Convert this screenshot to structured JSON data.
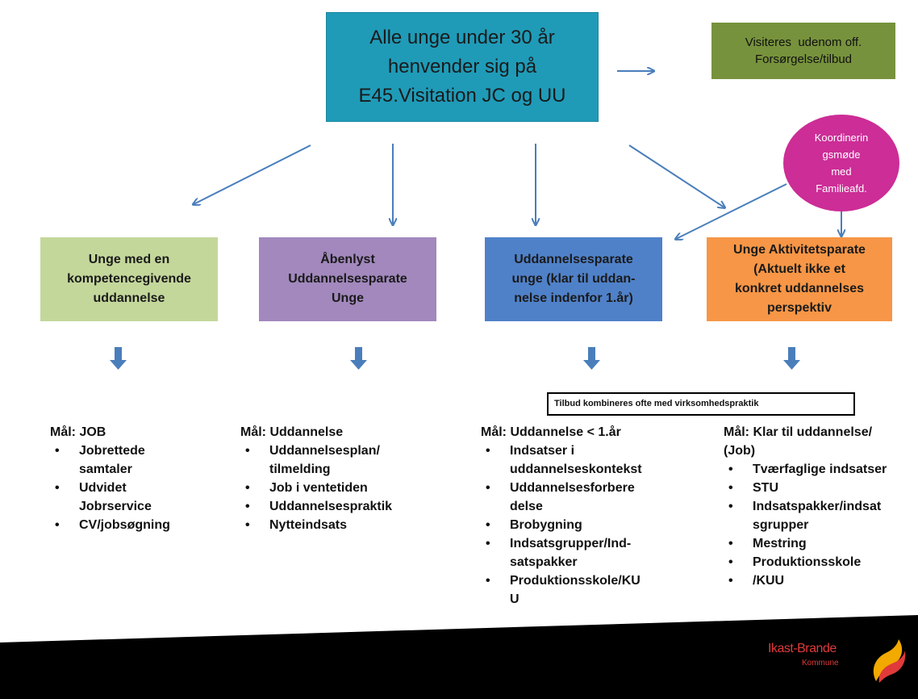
{
  "top_box": {
    "lines": [
      "Alle unge under 30 år",
      "henvender sig på",
      "E45.Visitation JC og UU"
    ]
  },
  "visit_box": {
    "lines": [
      "Visiteres  udenom off.",
      "Forsørgelse/tilbud"
    ]
  },
  "ellipse": {
    "lines": [
      "Koordinerin",
      "gsmøde",
      "med",
      "Familieafd."
    ]
  },
  "categories": [
    {
      "lines": [
        "Unge med en",
        "kompetencegivende",
        "uddannelse"
      ]
    },
    {
      "lines": [
        "Åbenlyst",
        "Uddannelsesparate",
        "Unge"
      ]
    },
    {
      "lines": [
        "Uddannelsesparate",
        "unge (klar til uddan-",
        "nelse indenfor 1.år)"
      ]
    },
    {
      "lines": [
        "Unge Aktivitetsparate",
        "(Aktuelt ikke et",
        "konkret uddannelses",
        "perspektiv"
      ]
    }
  ],
  "combined_note": "Tilbud kombineres ofte med virksomhedspraktik",
  "goals": [
    {
      "title": "Mål: JOB",
      "items": [
        [
          "Jobrettede",
          "samtaler"
        ],
        [
          "Udvidet",
          "Jobrservice"
        ],
        [
          "CV/jobsøgning"
        ]
      ]
    },
    {
      "title": "Mål: Uddannelse",
      "items": [
        [
          "Uddannelsesplan/",
          "tilmelding"
        ],
        [
          "Job i ventetiden"
        ],
        [
          "Uddannelsespraktik"
        ],
        [
          "Nytteindsats"
        ]
      ]
    },
    {
      "title": "Mål: Uddannelse < 1.år",
      "items": [
        [
          "Indsatser i",
          "uddannelseskontekst"
        ],
        [
          "Uddannelsesforbere",
          "delse"
        ],
        [
          "Brobygning"
        ],
        [
          "Indsatsgrupper/Ind-",
          "satspakker"
        ],
        [
          "Produktionsskole/KU",
          "U"
        ]
      ]
    },
    {
      "title_lines": [
        "Mål: Klar til uddannelse/",
        "(Job)"
      ],
      "items": [
        [
          "Tværfaglige indsatser"
        ],
        [
          "STU"
        ],
        [
          "Indsatspakker/indsat",
          "sgrupper"
        ],
        [
          "Mestring"
        ],
        [
          "Produktionsskole"
        ],
        [
          "/KUU"
        ]
      ]
    }
  ],
  "logo": {
    "name": "Ikast-Brande",
    "sub": "Kommune"
  },
  "colors": {
    "top_box": "#1f9bb8",
    "visit_box": "#77923c",
    "ellipse": "#cc2d96",
    "cat1": "#c4d79b",
    "cat2": "#a288bd",
    "cat3": "#4f81c9",
    "cat4": "#f79646",
    "arrows": "#4a7ebb",
    "footer": "#000000"
  }
}
